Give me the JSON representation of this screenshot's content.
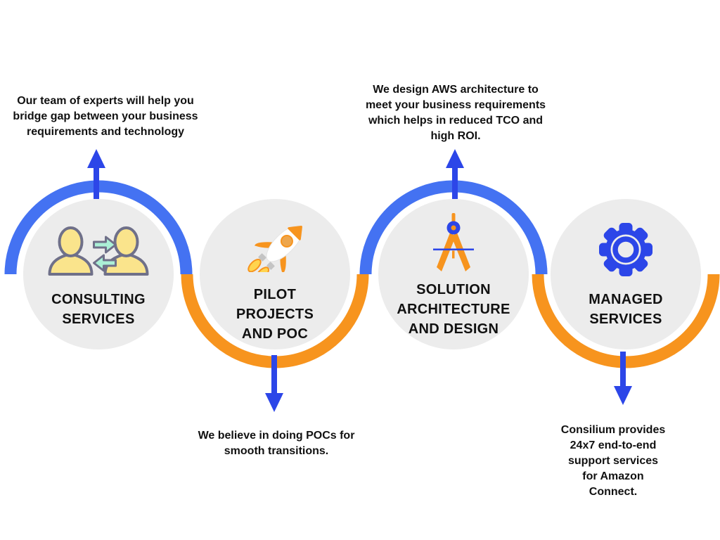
{
  "colors": {
    "arc_blue": "#4472F2",
    "arc_orange": "#F7941E",
    "deep_blue": "#2C46E8",
    "circle_bg": "#ECECEC",
    "text": "#111111",
    "person_yellow": "#FAE48C",
    "person_outline": "#6F7089",
    "mint": "#ABF0D6",
    "window_tan": "#EDA64D",
    "flame_yellow": "#FFD44E",
    "nozzle_gray": "#C4C4C4"
  },
  "items": [
    {
      "icon": "people-exchange-icon",
      "title": "CONSULTING\nSERVICES",
      "description": "Our team of experts will help you\nbridge gap between your business\nrequirements and technology",
      "arrow_direction": "up"
    },
    {
      "icon": "rocket-icon",
      "title": "PILOT\nPROJECTS\nAND POC",
      "description": "We believe in doing POCs for\nsmooth transitions.",
      "arrow_direction": "down"
    },
    {
      "icon": "compass-icon",
      "title": "SOLUTION\nARCHITECTURE\nAND DESIGN",
      "description": "We design AWS architecture to\nmeet your business requirements\nwhich helps in reduced TCO and\nhigh ROI.",
      "arrow_direction": "up"
    },
    {
      "icon": "gear-icon",
      "title": "MANAGED\nSERVICES",
      "description": "Consilium provides 24x7 end-to-end\nsupport services for Amazon\nConnect.",
      "arrow_direction": "down"
    }
  ]
}
